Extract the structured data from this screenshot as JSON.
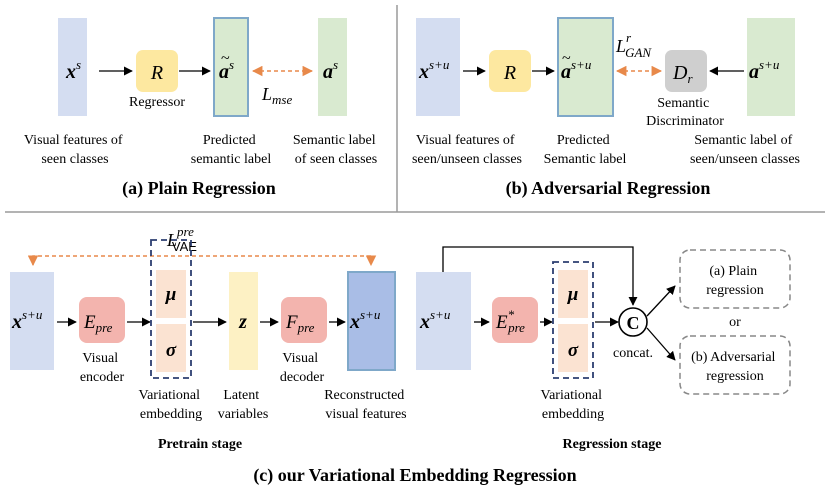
{
  "panel_a": {
    "title": "(a) Plain Regression",
    "x_base": "x",
    "x_sup": "s",
    "r": "R",
    "regressor_label": "Regressor",
    "a_tilde_base": "a",
    "a_tilde_sup": "s",
    "a_base": "a",
    "a_sup": "s",
    "loss_L": "L",
    "loss_sub": "mse",
    "caption_visual": [
      "Visual features of",
      "seen classes"
    ],
    "caption_predicted": [
      "Predicted",
      "semantic label"
    ],
    "caption_semantic": [
      "Semantic label",
      "of seen classes"
    ]
  },
  "panel_b": {
    "title": "(b) Adversarial Regression",
    "x_base": "x",
    "x_sup": "s+u",
    "r": "R",
    "a_tilde_base": "a",
    "a_tilde_sup": "s+u",
    "d_base": "D",
    "d_sub": "r",
    "a_base": "a",
    "a_sup": "s+u",
    "loss_L": "L",
    "loss_sup": "r",
    "loss_sub": "GAN",
    "discriminator_label": [
      "Semantic",
      "Discriminator"
    ],
    "caption_visual": [
      "Visual features of",
      "seen/unseen classes"
    ],
    "caption_predicted": [
      "Predicted",
      "Semantic label"
    ],
    "caption_semantic": [
      "Semantic label of",
      "seen/unseen classes"
    ]
  },
  "panel_c": {
    "title": "(c) our Variational Embedding Regression",
    "pretrain_label": "Pretrain stage",
    "regression_label": "Regression stage",
    "loss_L": "L",
    "loss_sup": "pre",
    "loss_sub": "VAE",
    "x_base": "x",
    "x_sup": "s+u",
    "e_base": "E",
    "e_sub": "pre",
    "e_star_sup": "*",
    "mu": "μ",
    "sigma": "σ",
    "z": "z",
    "f_base": "F",
    "f_sub": "pre",
    "xrec_base": "x",
    "xrec_sup": "s+u",
    "concat_symbol": "C",
    "concat_label": "concat.",
    "visual_encoder_label": [
      "Visual",
      "encoder"
    ],
    "variational_embedding_label": [
      "Variational",
      "embedding"
    ],
    "latent_label": [
      "Latent",
      "variables"
    ],
    "visual_decoder_label": [
      "Visual",
      "decoder"
    ],
    "reconstructed_label": [
      "Reconstructed",
      "visual features"
    ],
    "reg_embedding_label": [
      "Variational",
      "embedding"
    ],
    "option_plain": [
      "(a) Plain",
      "regression"
    ],
    "option_or": "or",
    "option_adversarial": [
      "(b) Adversarial",
      "regression"
    ]
  },
  "colors": {
    "visual_blue": "#d4ddf1",
    "visual_blue_dark": "#a9bde6",
    "regressor_yellow": "#fde8a0",
    "semantic_green": "#d9ead0",
    "module_red": "#f3b4ae",
    "embed_peach": "#fbe3d2",
    "latent_yellow": "#fdf1c4",
    "discriminator_gray": "#cfcfcf",
    "loss_orange": "#e8894a",
    "dash_navy": "#2c3e70",
    "separator_gray": "#9a9a9a"
  }
}
